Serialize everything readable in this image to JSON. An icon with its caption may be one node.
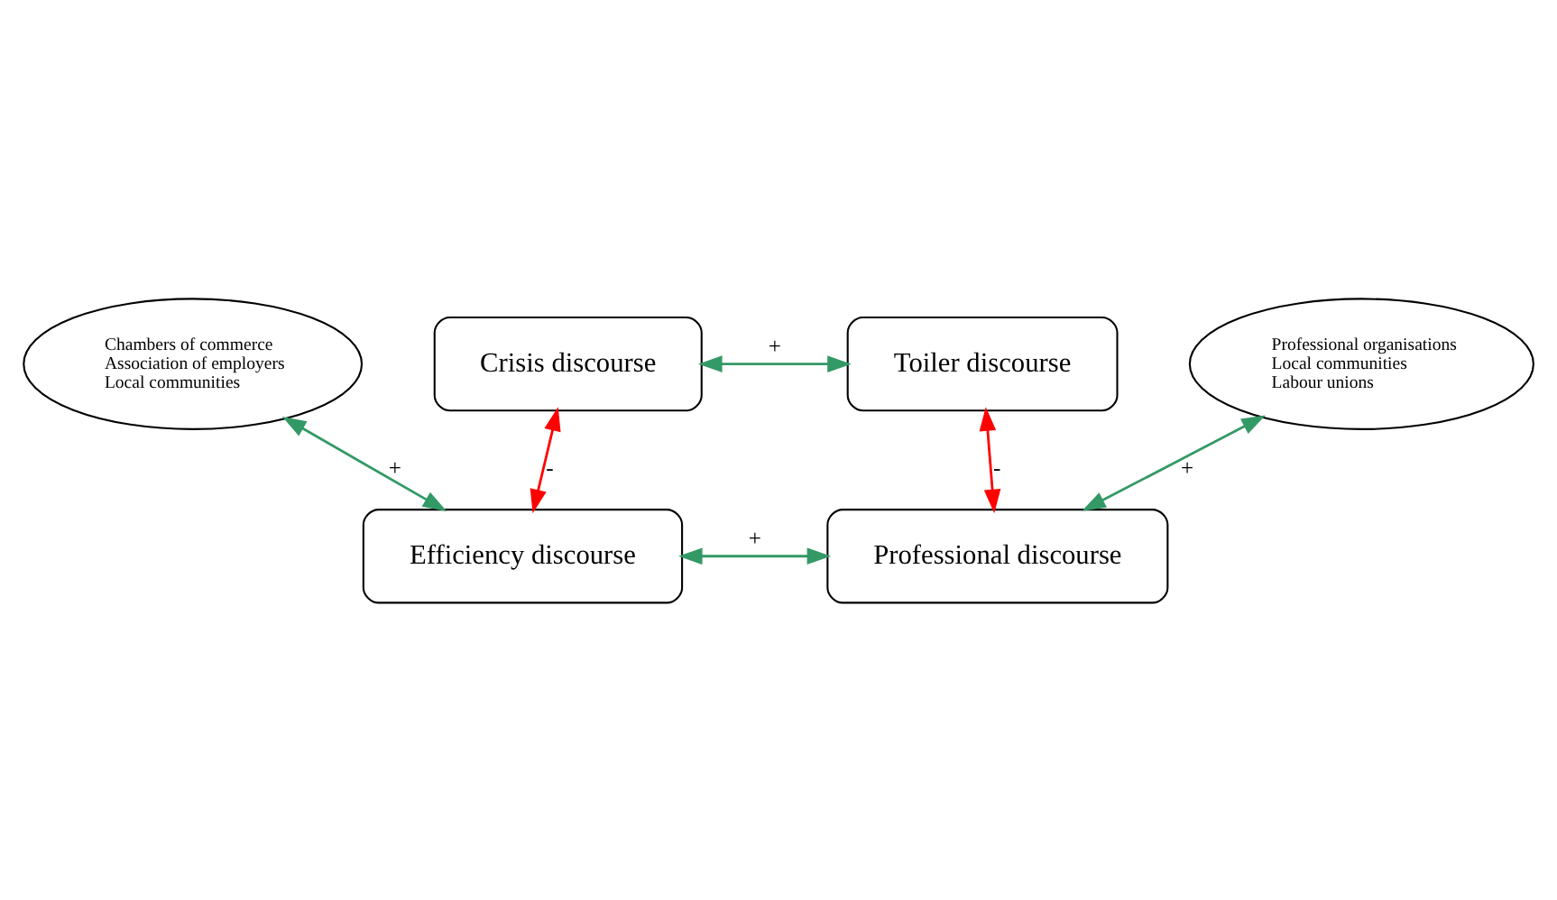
{
  "diagram": {
    "nodes": [
      {
        "text": [
          "Crisis discourse"
        ]
      },
      {
        "text": [
          "Toiler discourse"
        ]
      },
      {
        "text": [
          "Efficiency discourse"
        ]
      },
      {
        "text": [
          "Professional discourse"
        ]
      },
      {
        "text": [
          "Chambers of commerce",
          "Association of employers",
          "Local communities"
        ]
      },
      {
        "text": [
          "Professional organisations",
          "Local communities",
          "Labour unions"
        ]
      }
    ],
    "edges": [
      {
        "from": 0,
        "to": 1,
        "arrow": "both",
        "label": "+"
      },
      {
        "from": 0,
        "to": 2,
        "arrow": "both",
        "label": "-",
        "color": "#ff0000"
      },
      {
        "from": 1,
        "to": 3,
        "arrow": "both",
        "label": "-",
        "color": "#ff0000"
      },
      {
        "from": 2,
        "to": 3,
        "arrow": "both",
        "label": "+"
      },
      {
        "from": 4,
        "to": 2,
        "arrow": "both",
        "label": "+"
      },
      {
        "from": 5,
        "to": 3,
        "arrow": "both",
        "label": "+"
      }
    ]
  }
}
